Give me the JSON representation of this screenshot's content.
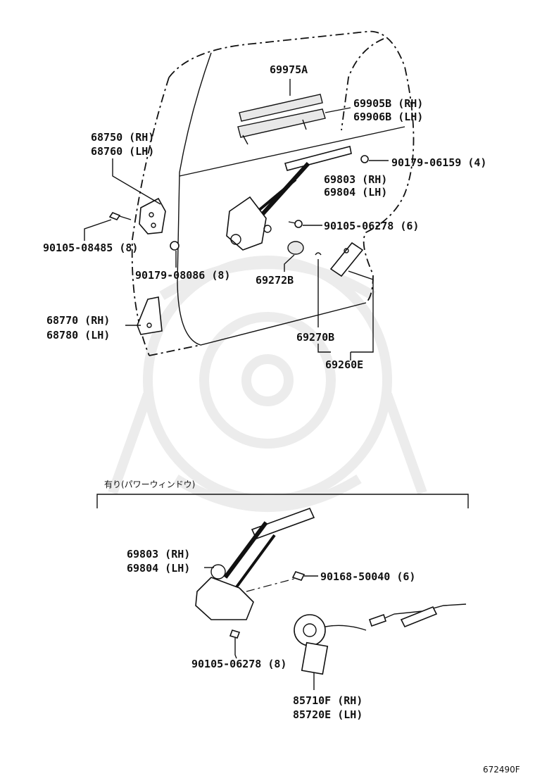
{
  "parts": {
    "p69975A": "69975A",
    "p69905B": "69905B (RH)",
    "p69906B": "69906B (LH)",
    "p68750": "68750 (RH)",
    "p68760": "68760 (LH)",
    "p90179_06159": "90179-06159 (4)",
    "p69803_top": "69803 (RH)",
    "p69804_top": "69804 (LH)",
    "p90105_06278_6": "90105-06278 (6)",
    "p90105_08485": "90105-08485 (8)",
    "p90179_08086": "90179-08086 (8)",
    "p69272B": "69272B",
    "p68770": "68770 (RH)",
    "p68780": "68780 (LH)",
    "p69270B": "69270B",
    "p69260E": "69260E",
    "p69803_bot": "69803 (RH)",
    "p69804_bot": "69804 (LH)",
    "p90168_50040": "90168-50040 (6)",
    "p90105_06278_8": "90105-06278 (8)",
    "p85710F": "85710F (RH)",
    "p85720E": "85720E (LH)"
  },
  "section_note": "有り(パワーウィンドウ)",
  "diagram_code": "672490F"
}
